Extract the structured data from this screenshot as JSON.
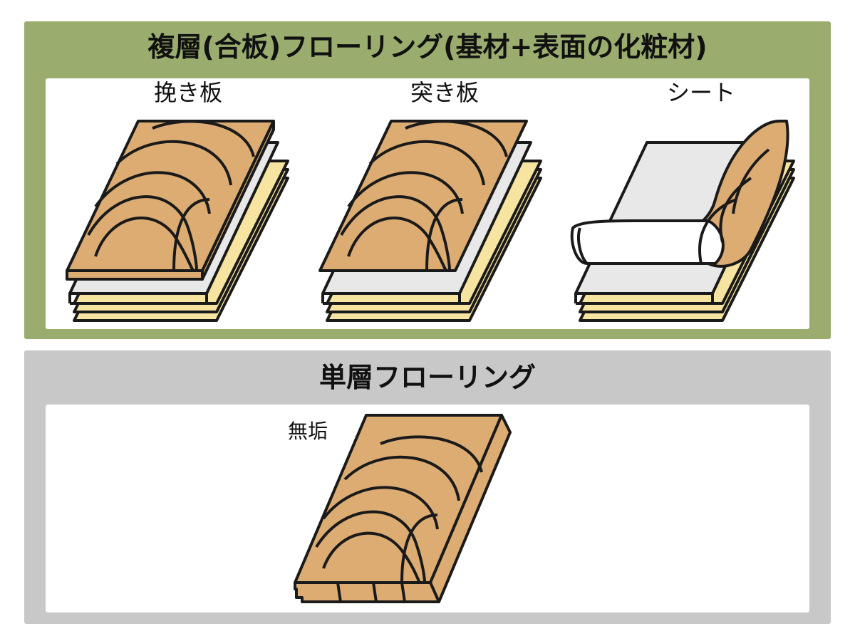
{
  "colors": {
    "multi_panel_bg": "#9aad6e",
    "single_panel_bg": "#c8c8c8",
    "wood": "#dcac73",
    "core": "#f7e4a0",
    "sheet": "#e8e8e8",
    "outline": "#1a1a1a"
  },
  "multi": {
    "title": "複層(合板)フローリング(基材+表面の化粧材)",
    "items": [
      {
        "label": "挽き板"
      },
      {
        "label": "突き板"
      },
      {
        "label": "シート"
      }
    ]
  },
  "single": {
    "title": "単層フローリング",
    "items": [
      {
        "label": "無垢"
      }
    ]
  }
}
